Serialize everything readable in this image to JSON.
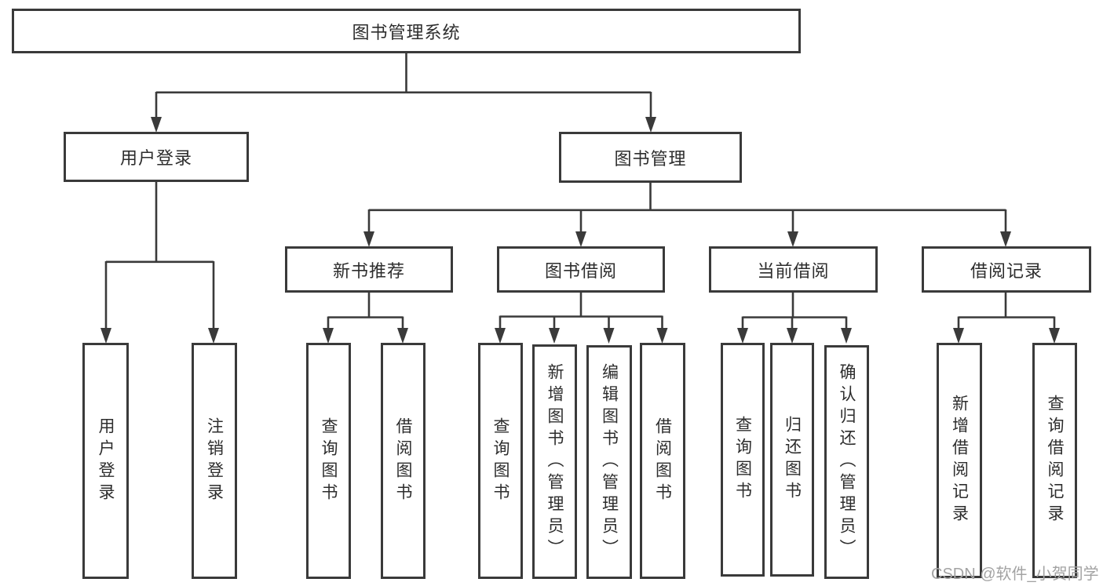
{
  "diagram": {
    "type": "hierarchy-chart",
    "watermark": "CSDN @软件_小贺同学",
    "colors": {
      "background": "#ffffff",
      "line": "#3a3a3a",
      "box_border": "#3a3a3a",
      "text": "#2d2d2d",
      "watermark": "#a3a3a3"
    }
  },
  "tree": {
    "root": {
      "label": "图书管理系统"
    },
    "branches": [
      {
        "label": "用户登录",
        "children": [
          {
            "label": "用户登录"
          },
          {
            "label": "注销登录"
          }
        ]
      },
      {
        "label": "图书管理",
        "children": [
          {
            "label": "新书推荐",
            "children": [
              {
                "label": "查询图书"
              },
              {
                "label": "借阅图书"
              }
            ]
          },
          {
            "label": "图书借阅",
            "children": [
              {
                "label": "查询图书"
              },
              {
                "label": "新增图书（管理员）"
              },
              {
                "label": "编辑图书（管理员）"
              },
              {
                "label": "借阅图书"
              }
            ]
          },
          {
            "label": "当前借阅",
            "children": [
              {
                "label": "查询图书"
              },
              {
                "label": "归还图书"
              },
              {
                "label": "确认归还（管理员）"
              }
            ]
          },
          {
            "label": "借阅记录",
            "children": [
              {
                "label": "新增借阅记录"
              },
              {
                "label": "查询借阅记录"
              }
            ]
          }
        ]
      }
    ]
  }
}
